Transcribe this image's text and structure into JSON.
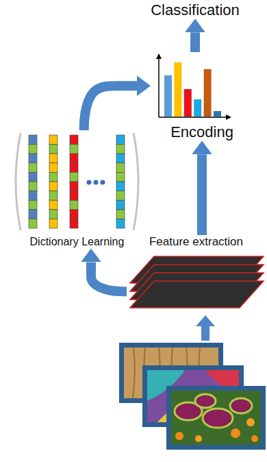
{
  "diagram": {
    "nodes": [
      {
        "text": [
          "Classification"
        ]
      },
      {
        "text": [
          "Encoding"
        ]
      },
      {
        "text": [
          "Dictionary Learning"
        ]
      },
      {
        "text": [
          "Feature extraction"
        ]
      }
    ],
    "edges": [
      {
        "from": 1,
        "to": 0,
        "arrow": "to"
      },
      {
        "from": 3,
        "to": 1,
        "arrow": "to"
      },
      {
        "from": 3,
        "to": 2,
        "arrow": "to"
      },
      {
        "from": 2,
        "to": 1,
        "arrow": "to"
      }
    ]
  }
}
